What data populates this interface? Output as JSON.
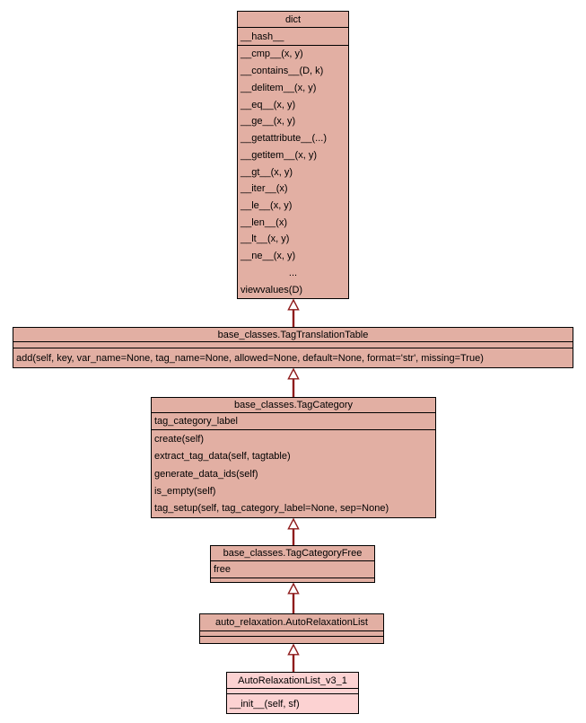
{
  "diagram": {
    "background": "#ffffff",
    "box_fill": "#e2afa3",
    "box_fill_light": "#fcd2d2",
    "border_color": "#000000",
    "arrow_color": "#8f1c1c",
    "arrow_style": "hollow-triangle-inheritance"
  },
  "classes": [
    {
      "name": "dict",
      "attributes": [
        "__hash__"
      ],
      "methods": [
        "__cmp__(x, y)",
        "__contains__(D, k)",
        "__delitem__(x, y)",
        "__eq__(x, y)",
        "__ge__(x, y)",
        "__getattribute__(...)",
        "__getitem__(x, y)",
        "__gt__(x, y)",
        "__iter__(x)",
        "__le__(x, y)",
        "__len__(x)",
        "__lt__(x, y)",
        "__ne__(x, y)",
        "...",
        "viewvalues(D)"
      ]
    },
    {
      "name": "base_classes.TagTranslationTable",
      "attributes": [],
      "methods": [
        "add(self, key, var_name=None, tag_name=None, allowed=None, default=None, format='str', missing=True)"
      ]
    },
    {
      "name": "base_classes.TagCategory",
      "attributes": [
        "tag_category_label"
      ],
      "methods": [
        "create(self)",
        "extract_tag_data(self, tagtable)",
        "generate_data_ids(self)",
        "is_empty(self)",
        "tag_setup(self, tag_category_label=None, sep=None)"
      ]
    },
    {
      "name": "base_classes.TagCategoryFree",
      "attributes": [
        "free"
      ],
      "methods": []
    },
    {
      "name": "auto_relaxation.AutoRelaxationList",
      "attributes": [],
      "methods": []
    },
    {
      "name": "AutoRelaxationList_v3_1",
      "attributes": [],
      "methods": [
        "__init__(self, sf)"
      ]
    }
  ],
  "relations": [
    {
      "child": "base_classes.TagTranslationTable",
      "parent": "dict",
      "type": "inheritance"
    },
    {
      "child": "base_classes.TagCategory",
      "parent": "base_classes.TagTranslationTable",
      "type": "inheritance"
    },
    {
      "child": "base_classes.TagCategoryFree",
      "parent": "base_classes.TagCategory",
      "type": "inheritance"
    },
    {
      "child": "auto_relaxation.AutoRelaxationList",
      "parent": "base_classes.TagCategoryFree",
      "type": "inheritance"
    },
    {
      "child": "AutoRelaxationList_v3_1",
      "parent": "auto_relaxation.AutoRelaxationList",
      "type": "inheritance"
    }
  ]
}
